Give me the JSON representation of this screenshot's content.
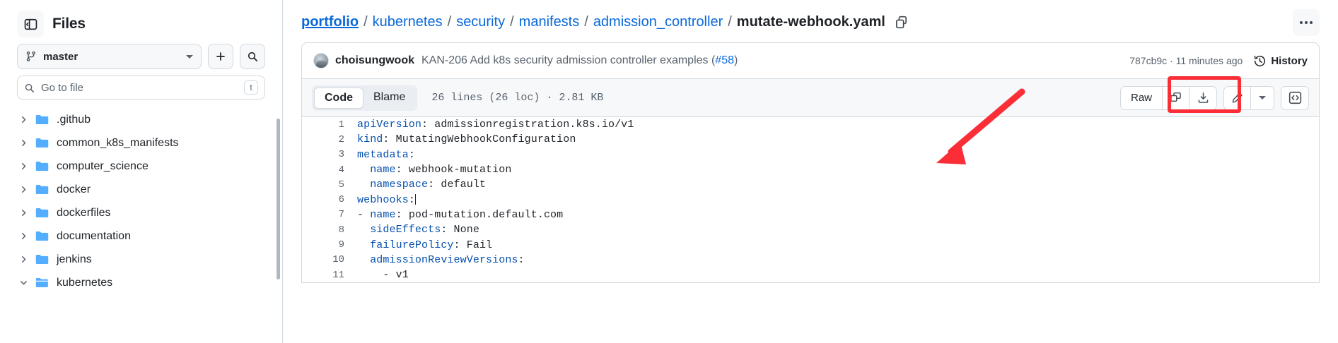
{
  "sidebar": {
    "toggle_icon": "sidebar-collapse-icon",
    "title": "Files",
    "branch": {
      "label": "master",
      "icon": "branch-icon"
    },
    "add_button_label": "+",
    "search_button_icon": "search-icon",
    "go_to_file": {
      "placeholder": "Go to file",
      "shortcut": "t",
      "icon": "search-icon"
    },
    "tree": [
      {
        "label": ".github",
        "expanded": false
      },
      {
        "label": "common_k8s_manifests",
        "expanded": false
      },
      {
        "label": "computer_science",
        "expanded": false
      },
      {
        "label": "docker",
        "expanded": false
      },
      {
        "label": "dockerfiles",
        "expanded": false
      },
      {
        "label": "documentation",
        "expanded": false
      },
      {
        "label": "jenkins",
        "expanded": false
      },
      {
        "label": "kubernetes",
        "expanded": true
      }
    ]
  },
  "header": {
    "breadcrumbs": [
      {
        "label": "portfolio",
        "current": false,
        "root": true
      },
      {
        "label": "kubernetes",
        "current": false,
        "root": false
      },
      {
        "label": "security",
        "current": false,
        "root": false
      },
      {
        "label": "manifests",
        "current": false,
        "root": false
      },
      {
        "label": "admission_controller",
        "current": false,
        "root": false
      },
      {
        "label": "mutate-webhook.yaml",
        "current": true,
        "root": false
      }
    ],
    "separator": "/",
    "copy_path_icon": "copy-icon",
    "more_menu_icon": "kebab-menu-icon"
  },
  "commit": {
    "author": "choisungwook",
    "message": "KAN-206 Add k8s security admission controller examples (",
    "pr_number": "#58",
    "message_tail": ")",
    "sha": "787cb9c",
    "sha_separator": "·",
    "relative_time": "11 minutes ago",
    "history_label": "History",
    "history_icon": "history-clock-icon",
    "avatar_name": "avatar"
  },
  "code_toolbar": {
    "tabs": [
      {
        "label": "Code",
        "active": true
      },
      {
        "label": "Blame",
        "active": false
      }
    ],
    "meta": "26 lines (26 loc) · 2.81 KB",
    "raw_label": "Raw",
    "copy_icon": "copy-raw-contents-icon",
    "download_icon": "download-icon",
    "edit_icon": "pencil-edit-icon",
    "edit_dropdown_icon": "chevron-down-icon",
    "symbols_icon": "code-symbols-icon",
    "highlight_color": "#fb2d37"
  },
  "code": {
    "language": "yaml",
    "lines": [
      {
        "n": "1",
        "indent": 0,
        "dash": false,
        "key": "apiVersion",
        "value": "admissionregistration.k8s.io/v1"
      },
      {
        "n": "2",
        "indent": 0,
        "dash": false,
        "key": "kind",
        "value": "MutatingWebhookConfiguration"
      },
      {
        "n": "3",
        "indent": 0,
        "dash": false,
        "key": "metadata",
        "value": ""
      },
      {
        "n": "4",
        "indent": 1,
        "dash": false,
        "key": "name",
        "value": "webhook-mutation"
      },
      {
        "n": "5",
        "indent": 1,
        "dash": false,
        "key": "namespace",
        "value": "default"
      },
      {
        "n": "6",
        "indent": 0,
        "dash": false,
        "key": "webhooks",
        "value": "",
        "cursor": true
      },
      {
        "n": "7",
        "indent": 0,
        "dash": true,
        "key": "name",
        "value": "pod-mutation.default.com"
      },
      {
        "n": "8",
        "indent": 1,
        "dash": false,
        "key": "sideEffects",
        "value": "None"
      },
      {
        "n": "9",
        "indent": 1,
        "dash": false,
        "key": "failurePolicy",
        "value": "Fail"
      },
      {
        "n": "10",
        "indent": 1,
        "dash": false,
        "key": "admissionReviewVersions",
        "value": ""
      },
      {
        "n": "11",
        "indent": 2,
        "dash": true,
        "key": "",
        "value": "v1"
      }
    ]
  },
  "annotation": {
    "arrow_color": "#fb2d37",
    "arrow_name": "red-pointer-arrow"
  }
}
